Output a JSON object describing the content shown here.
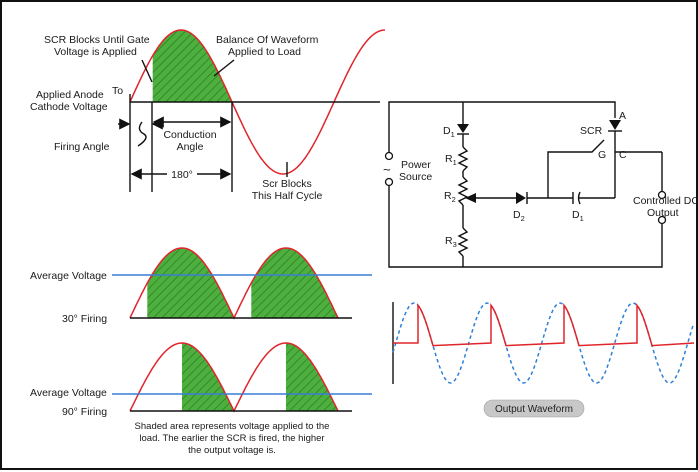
{
  "colors": {
    "sine": "#e0252b",
    "fill_green": "#4caf3e",
    "average_line": "#3a7fd5",
    "dashed_wave": "#2f7fd6",
    "badge_bg": "#c8c8c8"
  },
  "top_diagram": {
    "label_blocks_1": "SCR Blocks Until Gate",
    "label_blocks_2": "Voltage is Applied",
    "label_balance_1": "Balance Of Waveform",
    "label_balance_2": "Applied to Load",
    "label_anode_1": "Applied Anode",
    "label_anode_2": "Cathode Voltage",
    "label_to": "To",
    "label_firing_angle": "Firing Angle",
    "label_conduction_1": "Conduction",
    "label_conduction_2": "Angle",
    "label_180": "180°",
    "label_scr_blocks_1": "Scr Blocks",
    "label_scr_blocks_2": "This Half Cycle"
  },
  "firing_30": {
    "avg_label": "Average Voltage",
    "firing_label": "30° Firing",
    "firing_angle_deg": 30
  },
  "firing_90": {
    "avg_label": "Average Voltage",
    "firing_label": "90° Firing",
    "firing_angle_deg": 90
  },
  "caption": {
    "line1": "Shaded area represents voltage applied to the",
    "line2": "load. The earlier the SCR is fired, the higher",
    "line3": "the output voltage is."
  },
  "circuit": {
    "power_1": "Power",
    "power_2": "Source",
    "d1_top": "D",
    "r1": "R",
    "r2": "R",
    "r3": "R",
    "d2": "D",
    "d1_cap": "D",
    "sub_1": "1",
    "sub_2": "2",
    "sub_3": "3",
    "scr": "SCR",
    "a": "A",
    "g": "G",
    "c": "C",
    "out_1": "Controlled DC",
    "out_2": "Output"
  },
  "output_waveform": {
    "badge": "Output Waveform"
  }
}
